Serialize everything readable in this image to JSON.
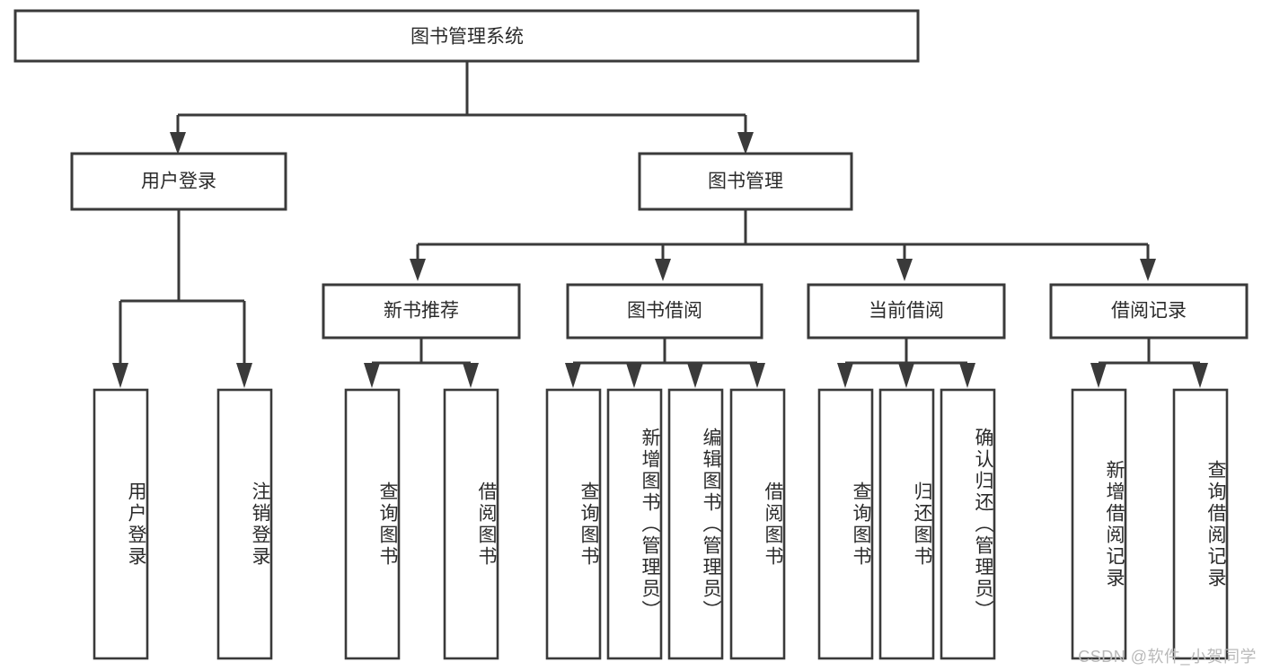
{
  "diagram": {
    "title": "图书管理系统",
    "type": "tree-hierarchy-diagram",
    "root": {
      "id": "root",
      "label": "图书管理系统"
    },
    "level2": [
      {
        "id": "user-login",
        "label": "用户登录"
      },
      {
        "id": "book-management",
        "label": "图书管理"
      }
    ],
    "level3": [
      {
        "id": "new-book-recommend",
        "label": "新书推荐",
        "parent": "book-management"
      },
      {
        "id": "book-borrow",
        "label": "图书借阅",
        "parent": "book-management"
      },
      {
        "id": "current-borrow",
        "label": "当前借阅",
        "parent": "book-management"
      },
      {
        "id": "borrow-record",
        "label": "借阅记录",
        "parent": "book-management"
      }
    ],
    "leaves": [
      {
        "id": "leaf-user-login",
        "label": "用户登录",
        "parent": "user-login"
      },
      {
        "id": "leaf-user-logout",
        "label": "注销登录",
        "parent": "user-login"
      },
      {
        "id": "leaf-query-book-1",
        "label": "查询图书",
        "parent": "new-book-recommend"
      },
      {
        "id": "leaf-borrow-book-1",
        "label": "借阅图书",
        "parent": "new-book-recommend"
      },
      {
        "id": "leaf-query-book-2",
        "label": "查询图书",
        "parent": "book-borrow"
      },
      {
        "id": "leaf-add-book",
        "label": "新增图书（管理员）",
        "parent": "book-borrow"
      },
      {
        "id": "leaf-edit-book",
        "label": "编辑图书（管理员）",
        "parent": "book-borrow"
      },
      {
        "id": "leaf-borrow-book-2",
        "label": "借阅图书",
        "parent": "book-borrow"
      },
      {
        "id": "leaf-query-book-3",
        "label": "查询图书",
        "parent": "current-borrow"
      },
      {
        "id": "leaf-return-book",
        "label": "归还图书",
        "parent": "current-borrow"
      },
      {
        "id": "leaf-confirm-return",
        "label": "确认归还（管理员）",
        "parent": "current-borrow"
      },
      {
        "id": "leaf-add-record",
        "label": "新增借阅记录",
        "parent": "borrow-record"
      },
      {
        "id": "leaf-query-record",
        "label": "查询借阅记录",
        "parent": "borrow-record"
      }
    ],
    "colors": {
      "stroke": "#3a3a3a",
      "fill": "#ffffff",
      "text": "#2b2b2b",
      "watermark": "#b9b9b9"
    }
  },
  "watermark": {
    "text": "CSDN @软件_小贺同学"
  }
}
